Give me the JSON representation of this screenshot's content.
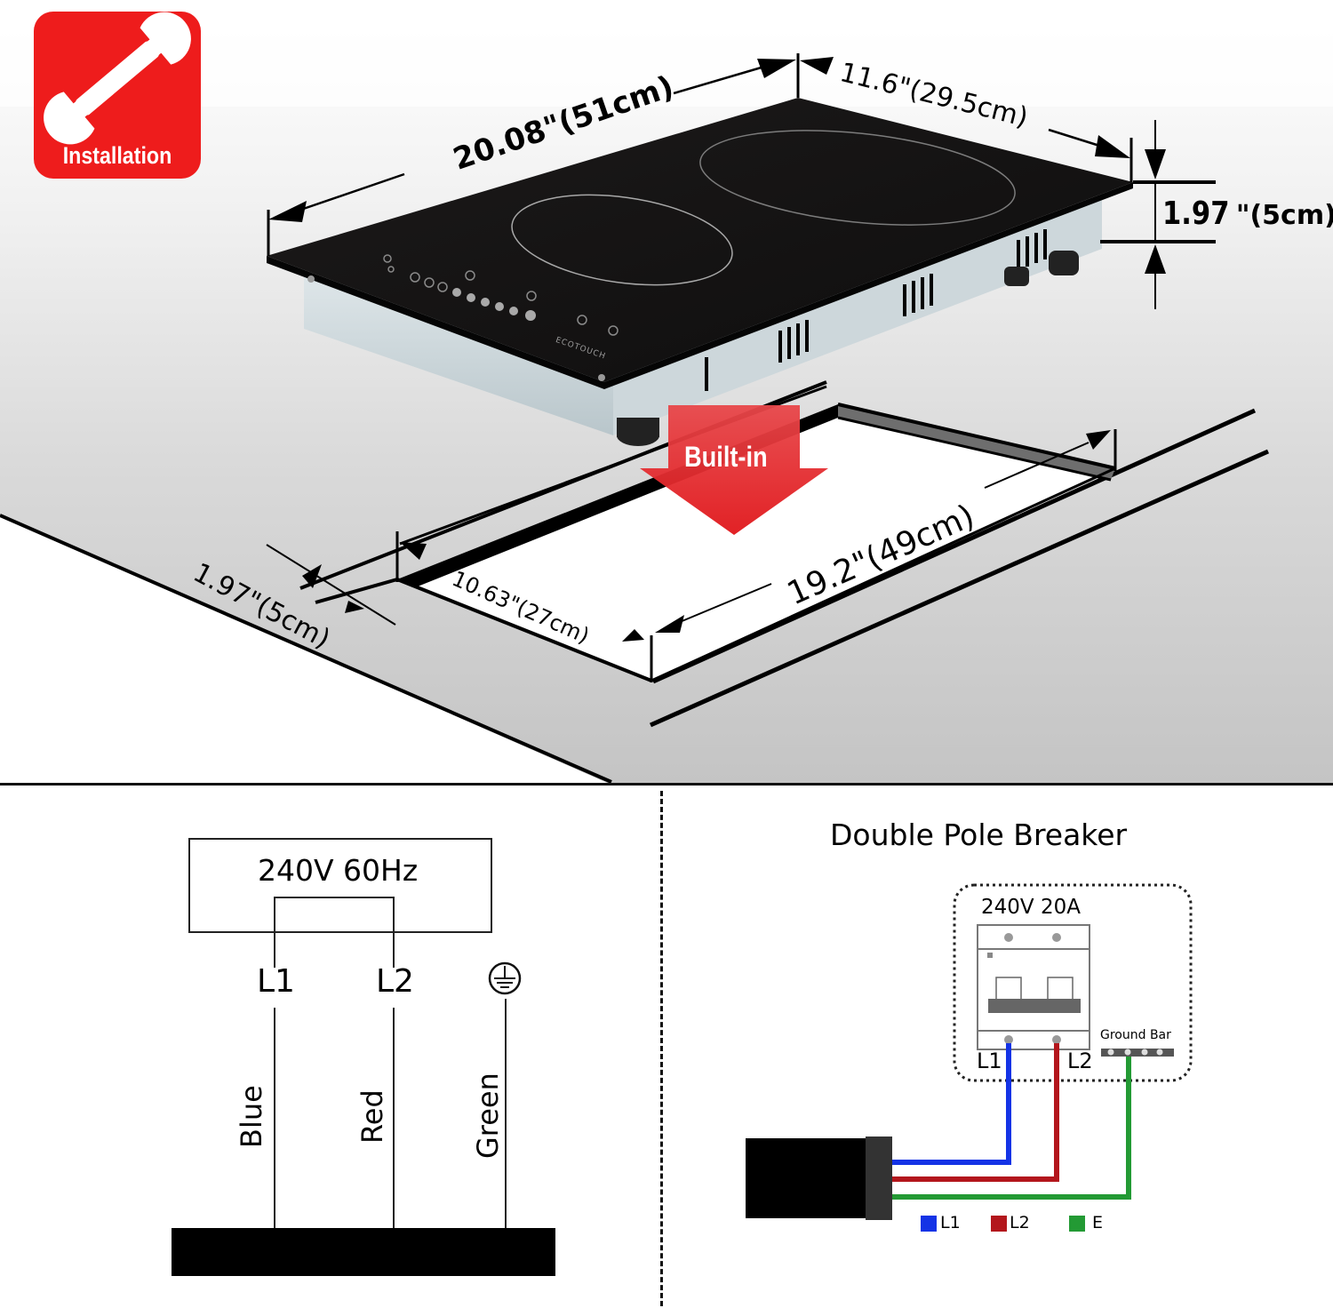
{
  "badge": {
    "icon": "wrench-icon",
    "label": "Installation",
    "color": "#ee1c1c"
  },
  "cooktop": {
    "brand": "ECOTOUCH",
    "dimensions": {
      "length": "20.08\"(51cm)",
      "width": "11.6\"(29.5cm)",
      "height_value": "1.97",
      "height_unit": "\"(5cm)"
    }
  },
  "cutout": {
    "arrow_label": "Built-in",
    "arrow_color": "#e0161a",
    "dimensions": {
      "length": "19.2\"(49cm)",
      "width": "10.63\"(27cm)",
      "clearance": "1.97\"(5cm)"
    }
  },
  "wiring_diagram": {
    "supply_label": "240V 60Hz",
    "terminals": [
      {
        "label": "L1",
        "wire": "Blue"
      },
      {
        "label": "L2",
        "wire": "Red"
      },
      {
        "label": "ground-symbol",
        "wire": "Green"
      }
    ]
  },
  "breaker_diagram": {
    "title": "Double Pole Breaker",
    "rating": "240V 20A",
    "terminal_left": "L1",
    "terminal_right": "L2",
    "ground_bar_label": "Ground Bar",
    "legend": [
      {
        "label": "L1",
        "color": "#1433e6"
      },
      {
        "label": "L2",
        "color": "#b3161c"
      },
      {
        "label": "E",
        "color": "#239a34"
      }
    ]
  }
}
